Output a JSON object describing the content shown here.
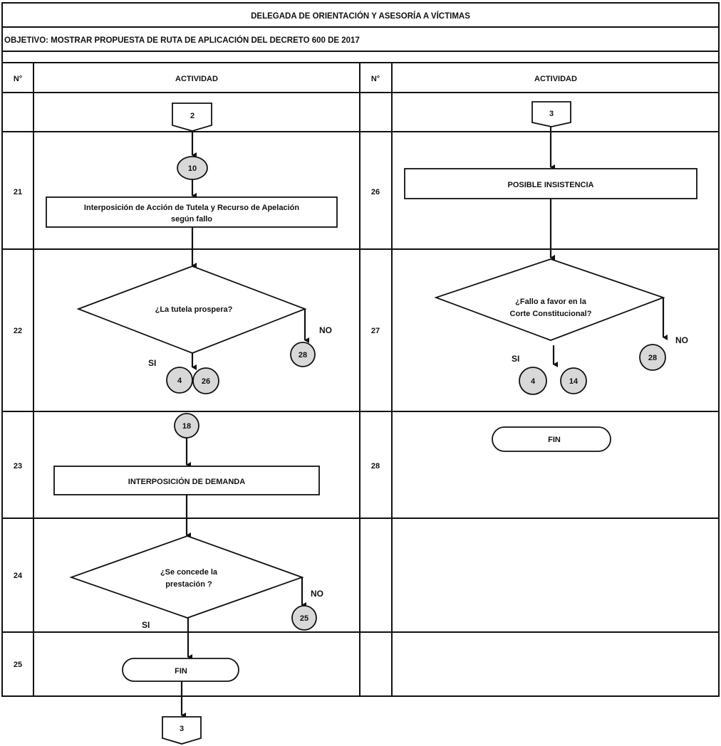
{
  "header": {
    "title": "DELEGADA DE ORIENTACIÓN Y ASESORÍA A VÍCTIMAS",
    "objective": "OBJETIVO:  MOSTRAR PROPUESTA DE RUTA DE APLICACIÓN DEL DECRETO 600 DE 2017",
    "col_no": "N°",
    "col_activity": "ACTIVIDAD"
  },
  "left": {
    "start_connector": "2",
    "rows": [
      {
        "no": "21",
        "text_line1": "Interposición de Acción de Tutela y Recurso de Apelación",
        "text_line2": "según fallo",
        "connector_in": "10"
      },
      {
        "no": "22",
        "question": "¿La tutela prospera?",
        "yes": "SI",
        "no_label": "NO",
        "yes_connectors": [
          "4",
          "26"
        ],
        "no_connector": "28"
      },
      {
        "no": "23",
        "text": "INTERPOSICIÓN DE DEMANDA",
        "connector_in": "18"
      },
      {
        "no": "24",
        "question_line1": "¿Se concede la",
        "question_line2": "prestación ?",
        "yes": "SI",
        "no_label": "NO",
        "no_connector": "25"
      },
      {
        "no": "25",
        "text": "FIN"
      }
    ],
    "end_connector": "3"
  },
  "right": {
    "start_connector": "3",
    "rows": [
      {
        "no": "26",
        "text": "POSIBLE INSISTENCIA"
      },
      {
        "no": "27",
        "question_line1": "¿Fallo a favor en la",
        "question_line2": "Corte Constitucional?",
        "yes": "SI",
        "no_label": "NO",
        "yes_connectors": [
          "4",
          "14"
        ],
        "no_connector": "28"
      },
      {
        "no": "28",
        "text": "FIN"
      }
    ]
  }
}
